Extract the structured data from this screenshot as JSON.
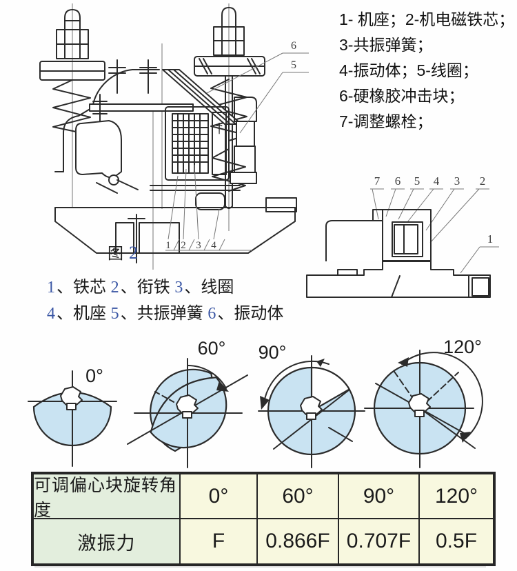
{
  "colors": {
    "line": "#2b2b2b",
    "eccentric_fill": "#c9e3f2",
    "table_header_green": "#e3eedd",
    "table_cell_cream": "#f8f8df",
    "digit_blue": "#3a56a4"
  },
  "legend": {
    "lines": [
      "1-  机座；2-机电磁铁芯；",
      "3-共振弹簧；",
      "4-振动体；5-线圈；",
      "6-硬橡胶冲击块；",
      "7-调整螺栓；"
    ]
  },
  "fig2": {
    "caption_prefix": "图",
    "caption_number": "2",
    "callouts_bottom": [
      "1",
      "2",
      "3",
      "4"
    ],
    "callout_rubber": "6",
    "callout_coil": "5"
  },
  "side_view": {
    "callouts_top": [
      "7",
      "6",
      "5",
      "4",
      "3",
      "2"
    ],
    "callout_base": "1"
  },
  "parts_list": {
    "line1": [
      {
        "num": "1",
        "text": "、铁芯 "
      },
      {
        "num": "2",
        "text": "、衔铁 "
      },
      {
        "num": "3",
        "text": "、线圈"
      }
    ],
    "line2": [
      {
        "num": "4",
        "text": "、机座 "
      },
      {
        "num": "5",
        "text": "、共振弹簧 "
      },
      {
        "num": "6",
        "text": "、振动体"
      }
    ]
  },
  "angle_figures": {
    "labels": [
      "0°",
      "60°",
      "90°",
      "120°"
    ]
  },
  "table": {
    "row1_header": "可调偏心块旋转角度",
    "row2_header": "激振力",
    "row1_values": [
      "0°",
      "60°",
      "90°",
      "120°"
    ],
    "row2_values": [
      "F",
      "0.866F",
      "0.707F",
      "0.5F"
    ]
  }
}
